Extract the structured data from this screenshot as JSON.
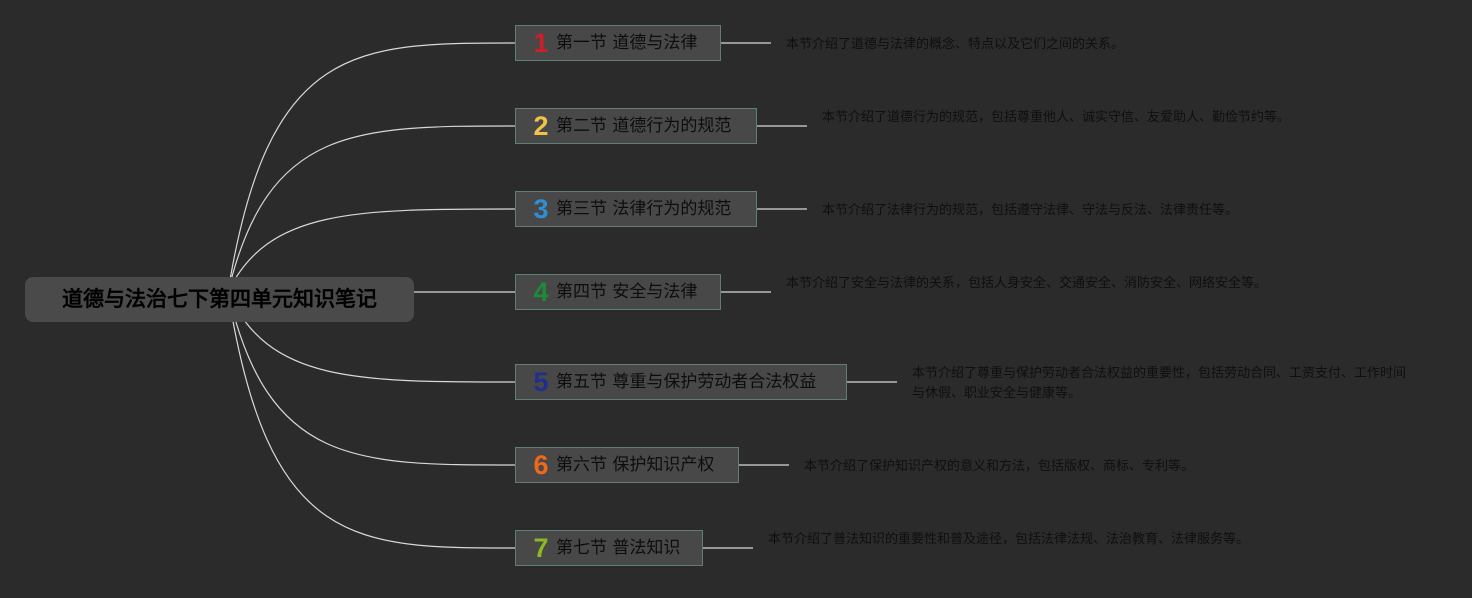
{
  "root": {
    "title": "道德与法治七下第四单元知识笔记"
  },
  "sections": [
    {
      "number": "1",
      "color": "#cc1f2a",
      "title": "第一节 道德与法律",
      "description": "本节介绍了道德与法律的概念、特点以及它们之间的关系。"
    },
    {
      "number": "2",
      "color": "#f0c24a",
      "title": "第二节 道德行为的规范",
      "description": "本节介绍了道德行为的规范，包括尊重他人、诚实守信、友爱助人、勤俭节约等。"
    },
    {
      "number": "3",
      "color": "#2f8fd6",
      "title": "第三节 法律行为的规范",
      "description": "本节介绍了法律行为的规范，包括遵守法律、守法与反法、法律责任等。"
    },
    {
      "number": "4",
      "color": "#1f8a3a",
      "title": "第四节 安全与法律",
      "description": "本节介绍了安全与法律的关系，包括人身安全、交通安全、消防安全、网络安全等。"
    },
    {
      "number": "5",
      "color": "#1f2f8a",
      "title": "第五节 尊重与保护劳动者合法权益",
      "description": "本节介绍了尊重与保护劳动者合法权益的重要性，包括劳动合同、工资支付、工作时间与休假、职业安全与健康等。"
    },
    {
      "number": "6",
      "color": "#ee6a1a",
      "title": "第六节 保护知识产权",
      "description": "本节介绍了保护知识产权的意义和方法，包括版权、商标、专利等。"
    },
    {
      "number": "7",
      "color": "#8db81f",
      "title": "第七节 普法知识",
      "description": "本节介绍了普法知识的重要性和普及途径，包括法律法规、法治教育、法律服务等。"
    }
  ]
}
